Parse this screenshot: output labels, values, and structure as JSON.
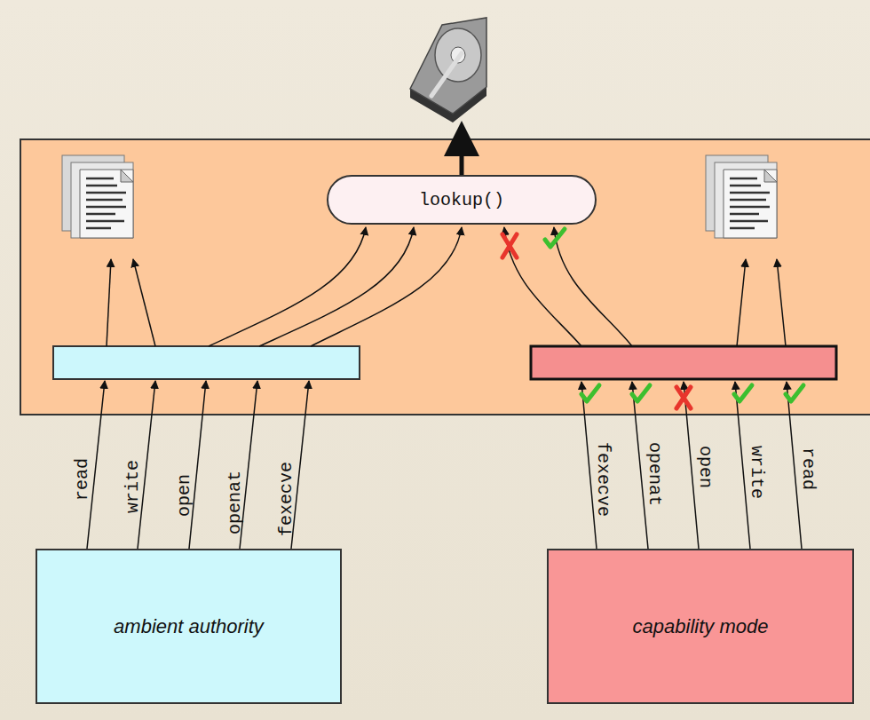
{
  "diagram": {
    "nodes": [
      {
        "text": [
          "lookup()"
        ]
      },
      {
        "text": [
          "ambient authority"
        ]
      },
      {
        "text": [
          "capability mode"
        ]
      }
    ],
    "labels": [
      "read",
      "write",
      "open",
      "openat",
      "fexecve",
      "fexecve",
      "openat",
      "open",
      "write",
      "read"
    ]
  }
}
